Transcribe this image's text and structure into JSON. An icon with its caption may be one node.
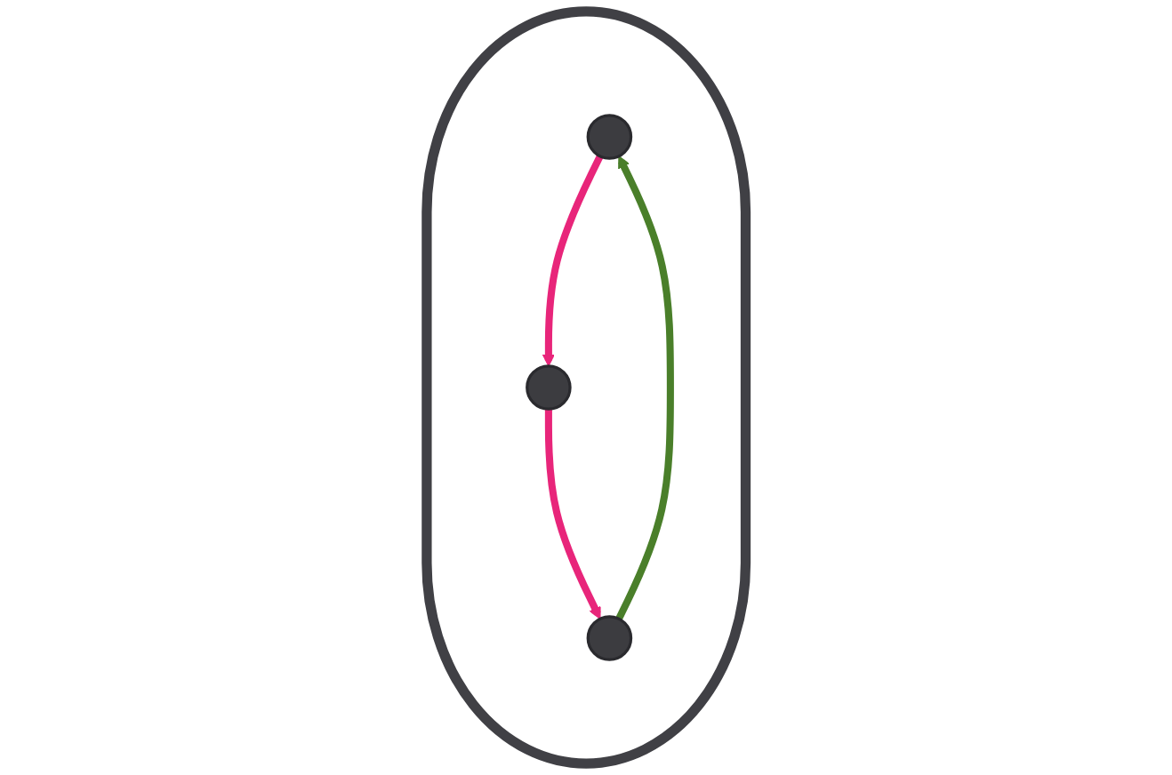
{
  "diagram": {
    "nodes": [
      {
        "text": [],
        "shape": "ellipse"
      },
      {
        "text": [],
        "shape": "circle",
        "in": 0
      },
      {
        "text": [],
        "shape": "circle",
        "in": 0
      },
      {
        "text": [],
        "shape": "circle",
        "in": 0
      }
    ],
    "edges": [
      {
        "from": 2,
        "to": 1,
        "arrow": "to",
        "color": "#4a7f2a"
      },
      {
        "from": 1,
        "to": 3,
        "arrow": "to"
      },
      {
        "from": 3,
        "to": 2,
        "arrow": "to"
      }
    ]
  }
}
